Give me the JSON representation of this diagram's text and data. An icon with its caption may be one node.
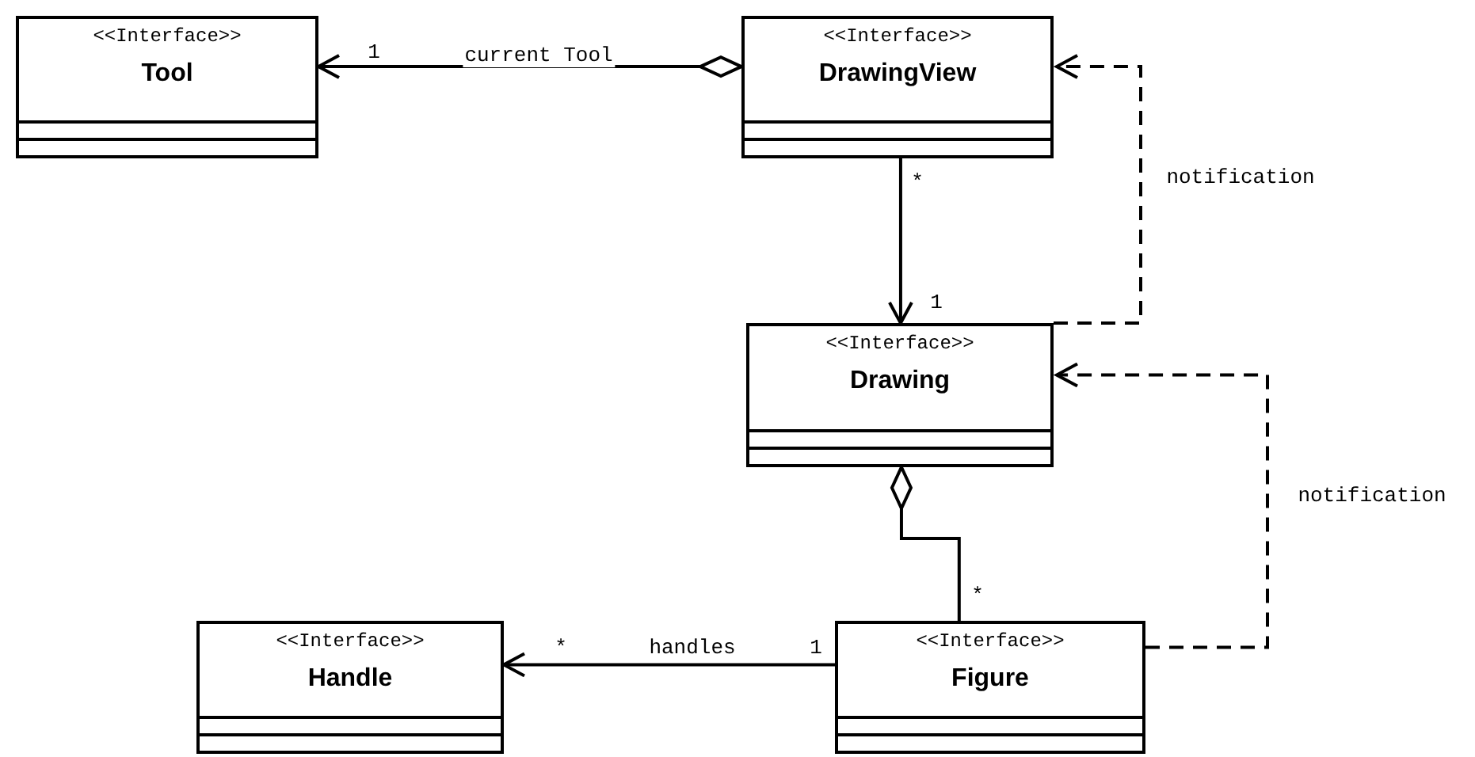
{
  "diagram": {
    "nodes": [
      {
        "text": [
          "<<Interface>>",
          "Tool"
        ]
      },
      {
        "text": [
          "<<Interface>>",
          "DrawingView"
        ]
      },
      {
        "text": [
          "<<Interface>>",
          "Drawing"
        ]
      },
      {
        "text": [
          "<<Interface>>",
          "Handle"
        ]
      },
      {
        "text": [
          "<<Interface>>",
          "Figure"
        ]
      }
    ],
    "edges": [
      {
        "from": 1,
        "to": 0,
        "arrow": "to",
        "label": "current Tool"
      },
      {
        "from": 1,
        "to": 2,
        "arrow": "to"
      },
      {
        "from": 2,
        "to": 1,
        "arrow": "to",
        "label": "notification",
        "style": "dashed"
      },
      {
        "from": 4,
        "to": 2,
        "arrow": "to",
        "label": "notification",
        "style": "dashed"
      },
      {
        "from": 4,
        "to": 2,
        "arrow": "other"
      },
      {
        "from": 4,
        "to": 3,
        "arrow": "to",
        "label": "handles"
      }
    ],
    "labels": [
      "1",
      "*",
      "1",
      "*",
      "*",
      "1"
    ]
  }
}
